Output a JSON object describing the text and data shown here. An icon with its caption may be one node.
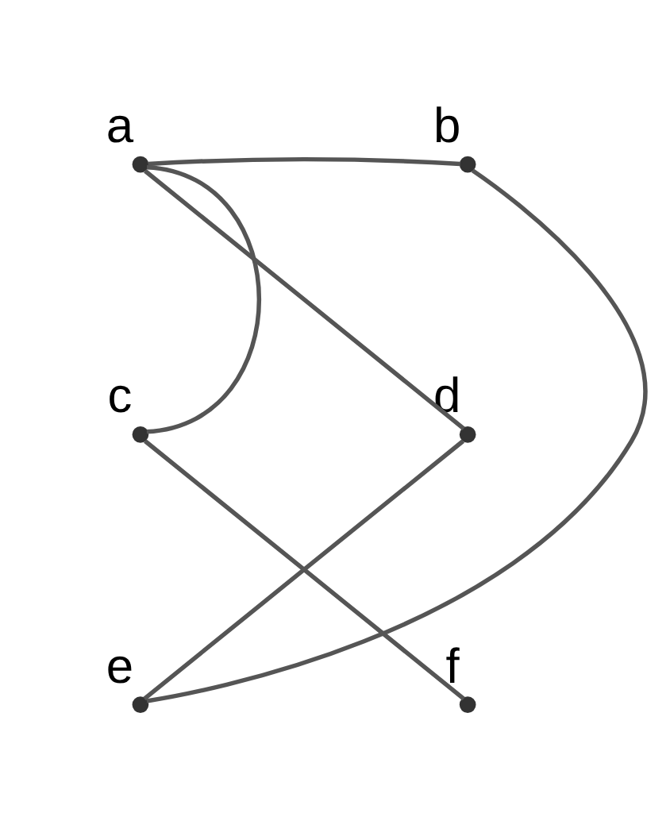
{
  "diagram": {
    "nodes": [
      {
        "text": [
          "a"
        ]
      },
      {
        "text": [
          "b"
        ]
      },
      {
        "text": [
          "c"
        ]
      },
      {
        "text": [
          "d"
        ]
      },
      {
        "text": [
          "e"
        ]
      },
      {
        "text": [
          "f"
        ]
      }
    ],
    "edges": [
      {
        "from": 0,
        "to": 1,
        "arrow": "none"
      },
      {
        "from": 0,
        "to": 2,
        "arrow": "none"
      },
      {
        "from": 0,
        "to": 3,
        "arrow": "none"
      },
      {
        "from": 1,
        "to": 4,
        "arrow": "none"
      },
      {
        "from": 2,
        "to": 5,
        "arrow": "none"
      },
      {
        "from": 3,
        "to": 4,
        "arrow": "none"
      }
    ]
  }
}
